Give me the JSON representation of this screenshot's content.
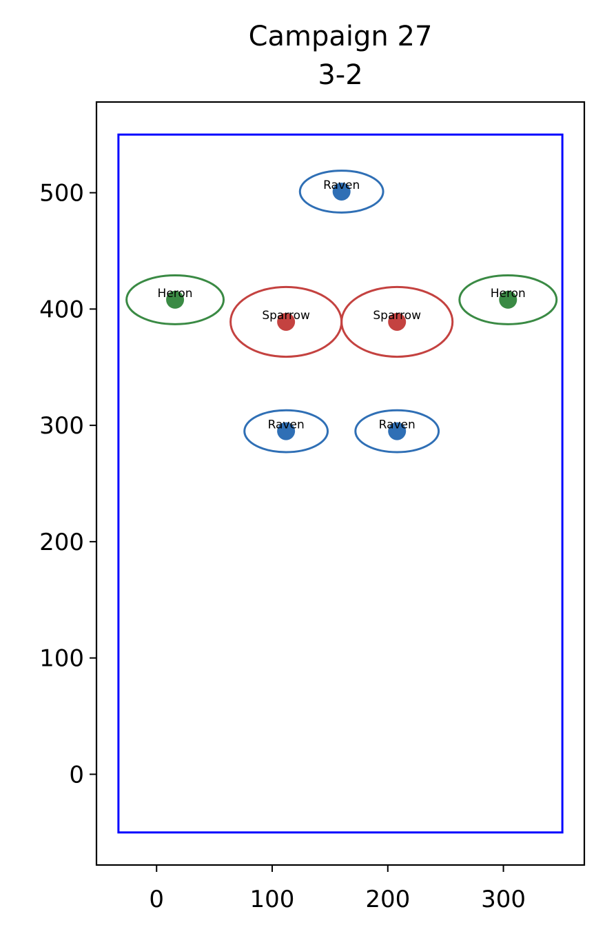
{
  "chart_data": {
    "type": "scatter",
    "title_lines": [
      "Campaign 27",
      "3-2"
    ],
    "xlabel": "",
    "ylabel": "",
    "xlim": [
      -52,
      370
    ],
    "ylim": [
      -78,
      578
    ],
    "xticks": [
      0,
      100,
      200,
      300
    ],
    "yticks": [
      0,
      100,
      200,
      300,
      400,
      500
    ],
    "grid": false,
    "field_boundary": {
      "x0": -33,
      "x1": 351,
      "y0": -50,
      "y1": 550,
      "color": "#0000ff"
    },
    "colors": {
      "Raven": "#2f6fb5",
      "Sparrow": "#c44240",
      "Heron": "#3a8a44"
    },
    "points": [
      {
        "label": "Raven",
        "x": 160,
        "y": 501,
        "rx": 36,
        "ry": 18
      },
      {
        "label": "Heron",
        "x": 16,
        "y": 408,
        "rx": 42,
        "ry": 21
      },
      {
        "label": "Heron",
        "x": 304,
        "y": 408,
        "rx": 42,
        "ry": 21
      },
      {
        "label": "Sparrow",
        "x": 112,
        "y": 389,
        "rx": 48,
        "ry": 30
      },
      {
        "label": "Sparrow",
        "x": 208,
        "y": 389,
        "rx": 48,
        "ry": 30
      },
      {
        "label": "Raven",
        "x": 112,
        "y": 295,
        "rx": 36,
        "ry": 18
      },
      {
        "label": "Raven",
        "x": 208,
        "y": 295,
        "rx": 36,
        "ry": 18
      }
    ]
  }
}
